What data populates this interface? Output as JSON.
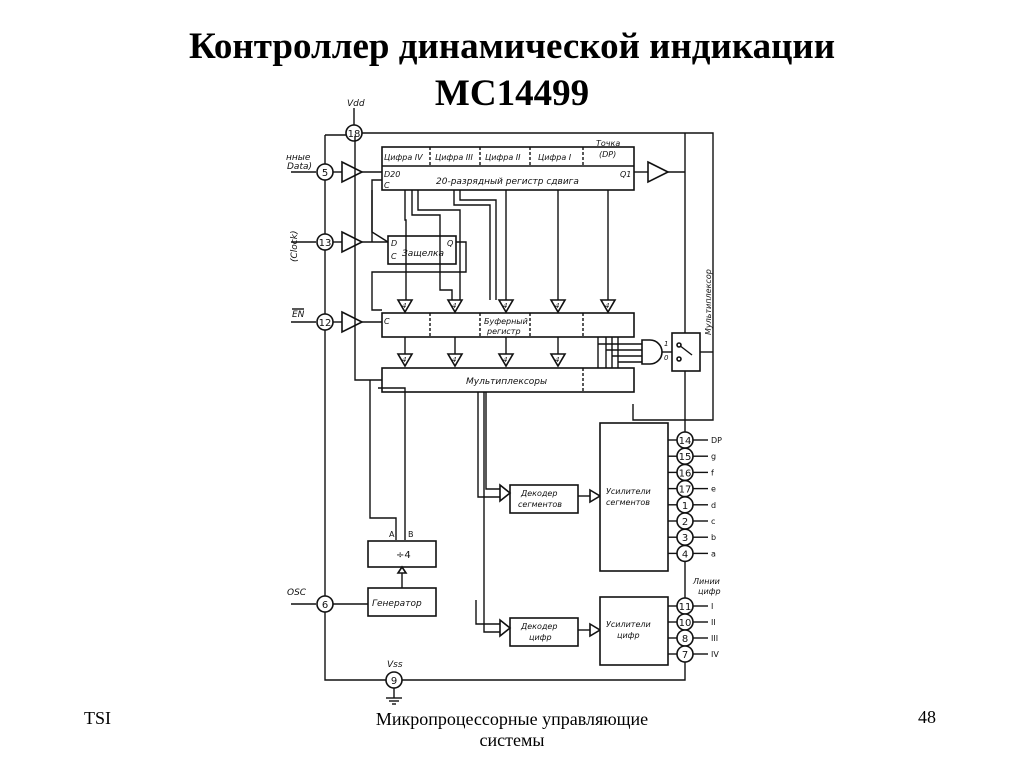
{
  "slide": {
    "title_line1": "Контроллер динамической индикации",
    "title_line2": "МС14499",
    "footer_left": "TSI",
    "footer_center": "Микропроцессорные управляющие системы",
    "page_number": "48"
  },
  "diagram": {
    "pins": {
      "vdd": "Vdd",
      "vdd_num": "18",
      "data_label1": "нные",
      "data_label2": "Data)",
      "data_num": "5",
      "clock_label": "(Clock)",
      "clock_num": "13",
      "en_label": "EN",
      "en_num": "12",
      "osc_label": "OSC",
      "osc_num": "6",
      "vss": "Vss",
      "vss_num": "9"
    },
    "register_headers": [
      "Цифра IV",
      "Цифра III",
      "Цифра II",
      "Цифра I",
      "Точка",
      "(DP)"
    ],
    "shift_register": {
      "d_label": "D20",
      "c_label": "C",
      "name": "20-разрядный регистр сдвига",
      "q_label": "Q1"
    },
    "latch": {
      "d": "D",
      "c": "C",
      "q": "Q",
      "name": "Защелка"
    },
    "buffer_register": {
      "c_label": "C",
      "name1": "Буферный",
      "name2": "регистр"
    },
    "bus_width": "4",
    "multiplexers": "Мультиплексоры",
    "vertical_mux": "Мультиплексор",
    "mux_ports": {
      "p1": "1",
      "p0": "0"
    },
    "counter": {
      "a": "A",
      "b": "B",
      "name": "÷4"
    },
    "generator": "Генератор",
    "segment_decoder": {
      "l1": "Декодер",
      "l2": "сегментов"
    },
    "digit_decoder": {
      "l1": "Декодер",
      "l2": "цифр"
    },
    "segment_amps": {
      "l1": "Усилители",
      "l2": "сегментов"
    },
    "digit_amps": {
      "l1": "Усилители",
      "l2": "цифр"
    },
    "segment_outputs": [
      {
        "num": "14",
        "label": "DP"
      },
      {
        "num": "15",
        "label": "g"
      },
      {
        "num": "16",
        "label": "f"
      },
      {
        "num": "17",
        "label": "e"
      },
      {
        "num": "1",
        "label": "d"
      },
      {
        "num": "2",
        "label": "c"
      },
      {
        "num": "3",
        "label": "b"
      },
      {
        "num": "4",
        "label": "a"
      }
    ],
    "digit_lines1": "Линии",
    "digit_lines2": "цифр",
    "digit_outputs": [
      {
        "num": "11",
        "label": "I"
      },
      {
        "num": "10",
        "label": "II"
      },
      {
        "num": "8",
        "label": "III"
      },
      {
        "num": "7",
        "label": "IV"
      }
    ]
  }
}
